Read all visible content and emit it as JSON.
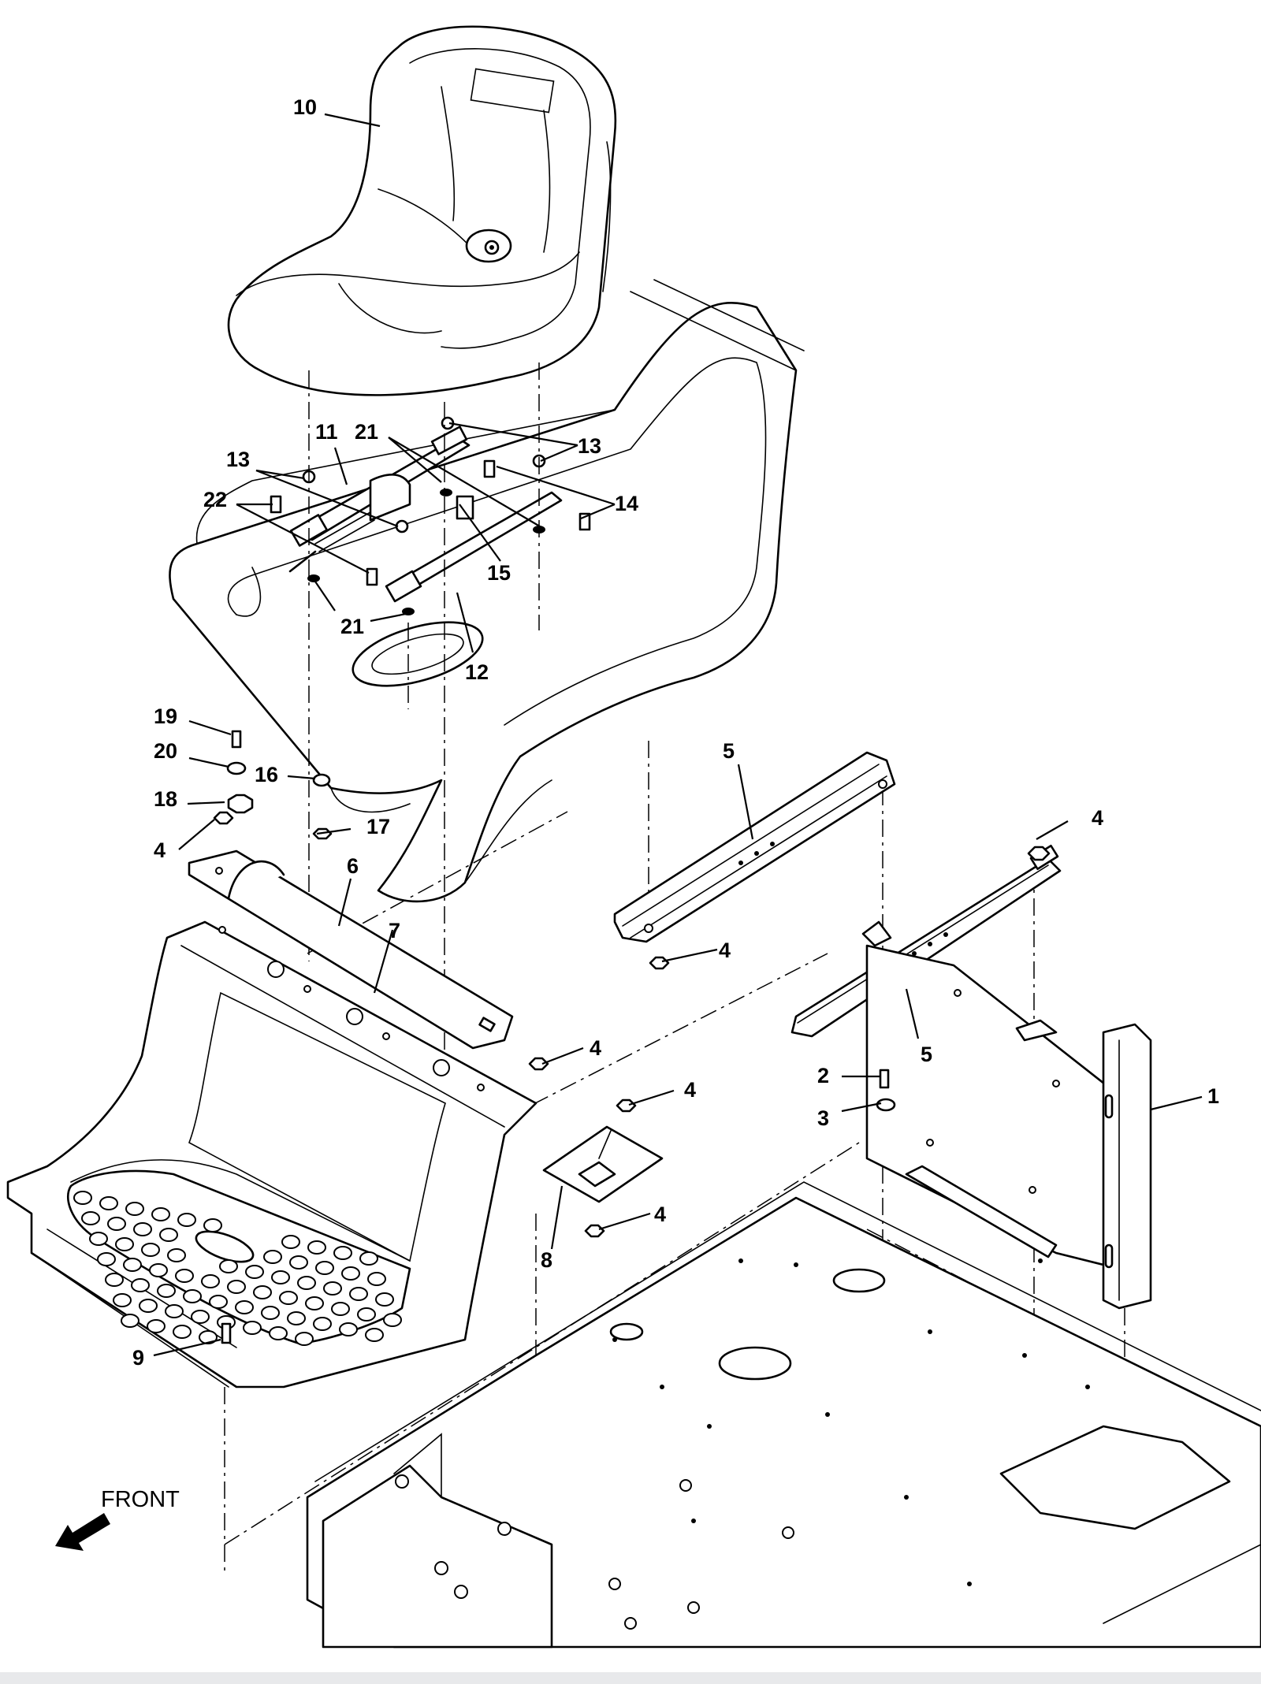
{
  "diagram": {
    "front_label": "FRONT",
    "footer_color": "#e8e9eb",
    "callouts": [
      {
        "id": "c10a",
        "text": "10"
      },
      {
        "id": "c11",
        "text": "11"
      },
      {
        "id": "c21a",
        "text": "21"
      },
      {
        "id": "c13a",
        "text": "13"
      },
      {
        "id": "c13b",
        "text": "13"
      },
      {
        "id": "c22",
        "text": "22"
      },
      {
        "id": "c14",
        "text": "14"
      },
      {
        "id": "c15",
        "text": "15"
      },
      {
        "id": "c21b",
        "text": "21"
      },
      {
        "id": "c12",
        "text": "12"
      },
      {
        "id": "c19",
        "text": "19"
      },
      {
        "id": "c20",
        "text": "20"
      },
      {
        "id": "c16",
        "text": "16"
      },
      {
        "id": "c18",
        "text": "18"
      },
      {
        "id": "c17",
        "text": "17"
      },
      {
        "id": "c4a",
        "text": "4"
      },
      {
        "id": "c6",
        "text": "6"
      },
      {
        "id": "c7",
        "text": "7"
      },
      {
        "id": "c5a",
        "text": "5"
      },
      {
        "id": "c4b",
        "text": "4"
      },
      {
        "id": "c4c",
        "text": "4"
      },
      {
        "id": "c5b",
        "text": "5"
      },
      {
        "id": "c4d",
        "text": "4"
      },
      {
        "id": "c2",
        "text": "2"
      },
      {
        "id": "c3",
        "text": "3"
      },
      {
        "id": "c1",
        "text": "1"
      },
      {
        "id": "c4e",
        "text": "4"
      },
      {
        "id": "c4f",
        "text": "4"
      },
      {
        "id": "c8",
        "text": "8"
      },
      {
        "id": "c9",
        "text": "9"
      }
    ]
  }
}
